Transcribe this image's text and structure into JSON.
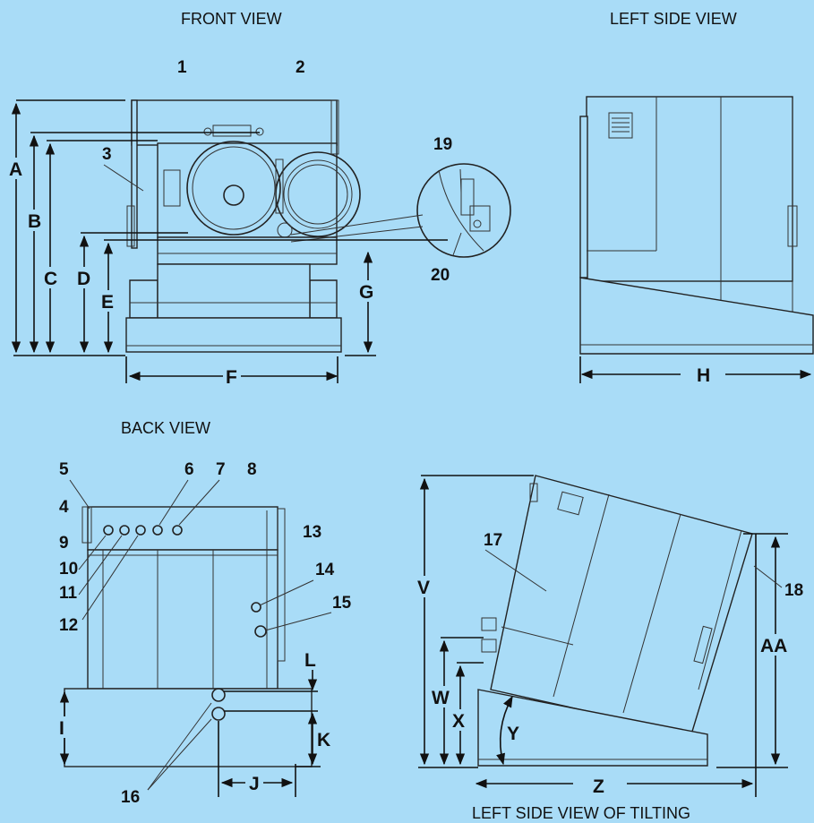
{
  "views": {
    "front": "FRONT VIEW",
    "left_side": "LEFT SIDE VIEW",
    "back": "BACK VIEW",
    "tilting": "LEFT SIDE VIEW OF TILTING"
  },
  "dimensions": {
    "A": "A",
    "B": "B",
    "C": "C",
    "D": "D",
    "E": "E",
    "F": "F",
    "G": "G",
    "H": "H",
    "I": "I",
    "J": "J",
    "K": "K",
    "L": "L",
    "V": "V",
    "W": "W",
    "X": "X",
    "Y": "Y",
    "Z": "Z",
    "AA": "AA"
  },
  "callouts": {
    "c1": "1",
    "c2": "2",
    "c3": "3",
    "c4": "4",
    "c5": "5",
    "c6": "6",
    "c7": "7",
    "c8": "8",
    "c9": "9",
    "c10": "10",
    "c11": "11",
    "c12": "12",
    "c13": "13",
    "c14": "14",
    "c15": "15",
    "c16": "16",
    "c17": "17",
    "c18": "18",
    "c19": "19",
    "c20": "20"
  },
  "colors": {
    "background": "#a9dcf7",
    "line": "#222222"
  }
}
